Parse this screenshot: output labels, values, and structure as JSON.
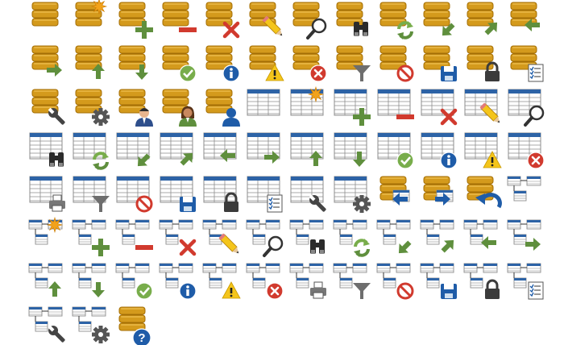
{
  "palette": {
    "db_gold": "#d49a1c",
    "db_gold_dark": "#a46f06",
    "db_gold_light": "#e9b847",
    "table_blue": "#2d63a6",
    "table_line": "#8d8d8d",
    "table_fill": "#ffffff",
    "green": "#5f8f3d",
    "green_light": "#78ad4b",
    "red": "#d13a2e",
    "info_blue": "#1f5ca8",
    "warn_yellow": "#f4c51b",
    "gray": "#6e6e6e",
    "star": "#f2a21a"
  },
  "icon_sets": [
    {
      "base": "database",
      "overlays": [
        "none",
        "new-star",
        "add",
        "remove",
        "delete",
        "edit",
        "find",
        "find-binoculars",
        "refresh",
        "import",
        "export",
        "back",
        "forward",
        "up",
        "down",
        "check",
        "info",
        "warning",
        "error",
        "filter",
        "prohibit",
        "save",
        "lock",
        "properties",
        "tools",
        "settings",
        "user-male",
        "user-female",
        "user-silhouette"
      ]
    },
    {
      "base": "table",
      "overlays": [
        "none",
        "new-star",
        "add",
        "remove",
        "delete",
        "edit",
        "find",
        "find-binoculars",
        "refresh",
        "import",
        "export",
        "back",
        "forward",
        "up",
        "down",
        "check",
        "info",
        "warning",
        "error",
        "print",
        "filter",
        "prohibit",
        "save",
        "lock",
        "properties",
        "tools",
        "settings"
      ]
    },
    {
      "base": "database",
      "overlays": [
        "table-back",
        "table-forward",
        "table-undo"
      ]
    },
    {
      "base": "relationship",
      "overlays": [
        "none",
        "new-star",
        "add",
        "remove",
        "delete",
        "edit",
        "find",
        "find-binoculars",
        "refresh",
        "import",
        "export",
        "back",
        "forward",
        "up",
        "down",
        "check",
        "info",
        "warning",
        "error",
        "print",
        "filter",
        "prohibit",
        "save",
        "lock",
        "properties",
        "tools",
        "settings"
      ]
    },
    {
      "base": "database",
      "overlays": [
        "help"
      ]
    }
  ]
}
